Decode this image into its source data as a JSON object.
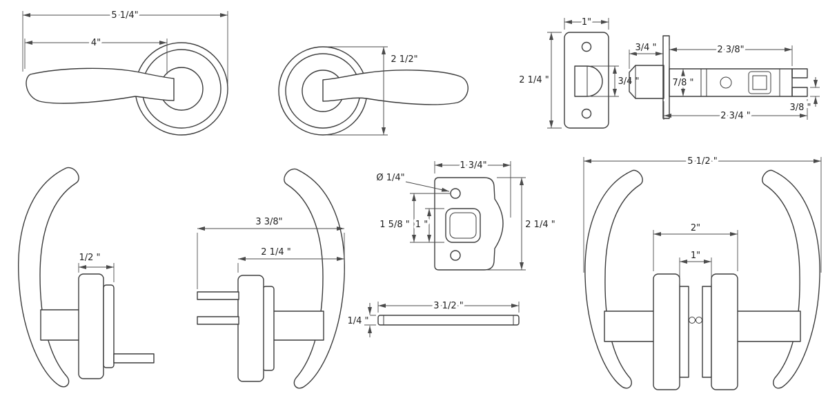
{
  "page": {
    "background": "#ffffff",
    "line_color": "#3a3a3a",
    "text_color": "#1e1e1e"
  },
  "views": {
    "lever_front_a": {
      "dim_overall_width": "5 1/4\"",
      "dim_lever_length": "4\""
    },
    "lever_front_b": {
      "dim_rose_diameter": "2 1/2\""
    },
    "latch_faceplate": {
      "dim_width": "1\"",
      "dim_height": "2 1/4 \"",
      "dim_bolt_height": "3/4 \""
    },
    "latch_body": {
      "dim_bolt_throw": "3/4 \"",
      "dim_body_length": "2 3/8\"",
      "dim_bolt_diameter": "7/8 \"",
      "dim_overall_length": "2 3/4 \"",
      "dim_prong": "3/8 \""
    },
    "strike_plate": {
      "dim_width": "1 3/4\"",
      "dim_hole_diameter": "Ø 1/4\"",
      "dim_hole_to_bottom": "1 5/8 \"",
      "dim_cutout_height": "1 \"",
      "dim_height": "2 1/4 \""
    },
    "lever_side_a": {
      "dim_rose_depth": "1/2 \""
    },
    "lever_side_b": {
      "dim_overall_depth": "3 3/8\"",
      "dim_lever_depth": "2 1/4 \""
    },
    "spindle_bar": {
      "dim_length": "3 1/2 \"",
      "dim_thickness": "1/4 \""
    },
    "assembly_side": {
      "dim_overall_width": "5 1/2 \"",
      "dim_rose_outer_span": "2\"",
      "dim_door_thickness": "1\""
    }
  }
}
